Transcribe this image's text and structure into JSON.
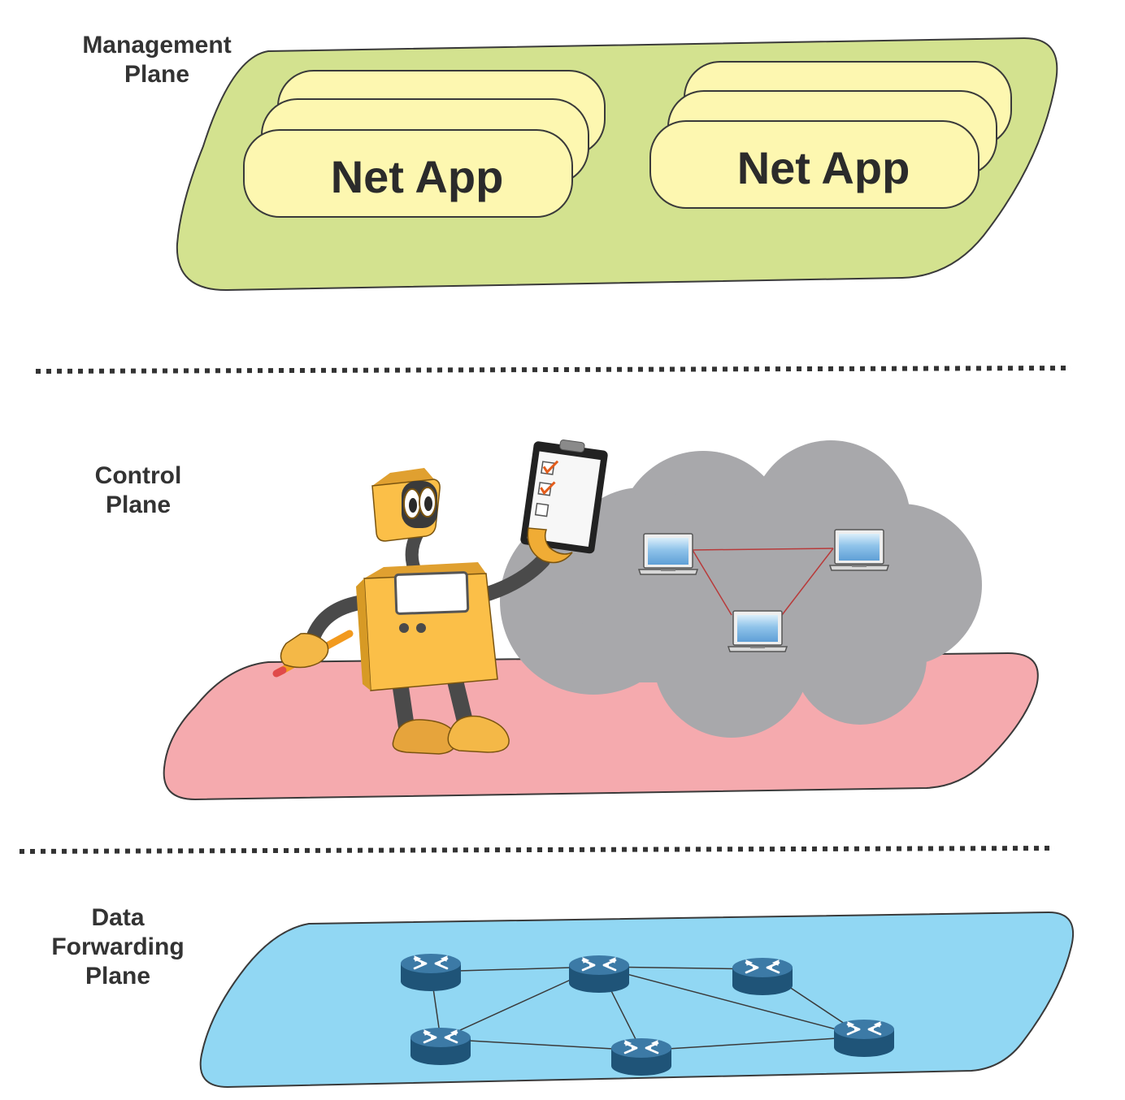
{
  "management_plane": {
    "label_lines": [
      "Management",
      "Plane"
    ],
    "apps": [
      {
        "label": "Net App"
      },
      {
        "label": "Net App"
      }
    ]
  },
  "control_plane": {
    "label_lines": [
      "Control",
      "Plane"
    ],
    "robot_icon": "robot-with-clipboard-icon",
    "cloud_icon": "cloud-icon",
    "host_icon": "laptop-icon"
  },
  "data_plane": {
    "label_lines": [
      "Data",
      "Forwarding",
      "Plane"
    ],
    "node_icon": "router-icon"
  },
  "colors": {
    "management": "#d3e28f",
    "app": "#fdf7b0",
    "control": "#f5aaae",
    "cloud": "#a8a8ab",
    "data": "#91d7f3",
    "router": "#2b6489",
    "divider": "#333333"
  }
}
